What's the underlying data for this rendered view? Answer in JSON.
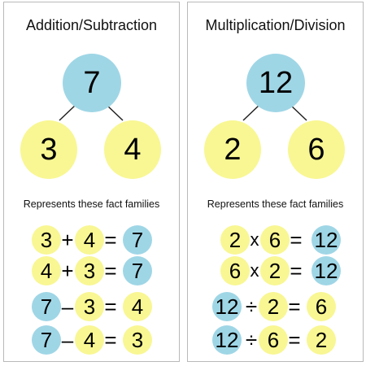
{
  "panels": [
    {
      "title": "Addition/Subtraction",
      "subtitle": "Represents these fact families",
      "top": "7",
      "left": "3",
      "right": "4",
      "colors": {
        "blue": "#9fd6e6",
        "yellow": "#f8f793"
      },
      "equations": [
        {
          "a": "3",
          "op": "+",
          "b": "4",
          "eq": "=",
          "c": "7"
        },
        {
          "a": "4",
          "op": "+",
          "b": "3",
          "eq": "=",
          "c": "7"
        },
        {
          "a": "7",
          "op": "–",
          "b": "3",
          "eq": "=",
          "c": "4"
        },
        {
          "a": "7",
          "op": "–",
          "b": "4",
          "eq": "=",
          "c": "3"
        }
      ]
    },
    {
      "title": "Multiplication/Division",
      "subtitle": "Represents these fact families",
      "top": "12",
      "left": "2",
      "right": "6",
      "equations": [
        {
          "a": "2",
          "op": "x",
          "b": "6",
          "eq": "=",
          "c": "12"
        },
        {
          "a": "6",
          "op": "x",
          "b": "2",
          "eq": "=",
          "c": "12"
        },
        {
          "a": "12",
          "op": "÷",
          "b": "2",
          "eq": "=",
          "c": "6"
        },
        {
          "a": "12",
          "op": "÷",
          "b": "6",
          "eq": "=",
          "c": "2"
        }
      ]
    }
  ]
}
